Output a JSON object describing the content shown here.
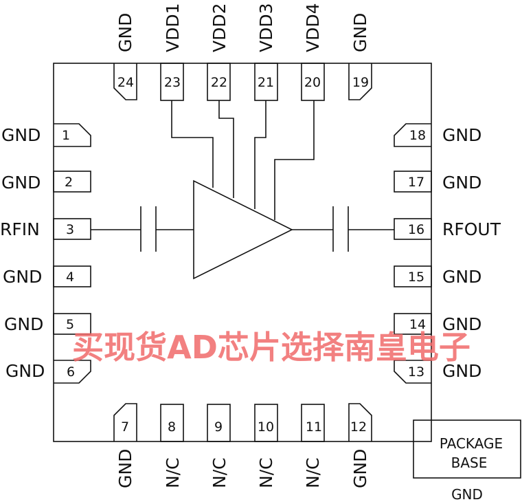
{
  "pins": {
    "p1": {
      "num": "1",
      "label": "GND"
    },
    "p2": {
      "num": "2",
      "label": "GND"
    },
    "p3": {
      "num": "3",
      "label": "RFIN"
    },
    "p4": {
      "num": "4",
      "label": "GND"
    },
    "p5": {
      "num": "5",
      "label": "GND"
    },
    "p6": {
      "num": "6",
      "label": "GND"
    },
    "p7": {
      "num": "7",
      "label": "GND"
    },
    "p8": {
      "num": "8",
      "label": "N/C"
    },
    "p9": {
      "num": "9",
      "label": "N/C"
    },
    "p10": {
      "num": "10",
      "label": "N/C"
    },
    "p11": {
      "num": "11",
      "label": "N/C"
    },
    "p12": {
      "num": "12",
      "label": "GND"
    },
    "p13": {
      "num": "13",
      "label": "GND"
    },
    "p14": {
      "num": "14",
      "label": "GND"
    },
    "p15": {
      "num": "15",
      "label": "GND"
    },
    "p16": {
      "num": "16",
      "label": "RFOUT"
    },
    "p17": {
      "num": "17",
      "label": "GND"
    },
    "p18": {
      "num": "18",
      "label": "GND"
    },
    "p19": {
      "num": "19",
      "label": "GND"
    },
    "p20": {
      "num": "20",
      "label": "VDD4"
    },
    "p21": {
      "num": "21",
      "label": "VDD3"
    },
    "p22": {
      "num": "22",
      "label": "VDD2"
    },
    "p23": {
      "num": "23",
      "label": "VDD1"
    },
    "p24": {
      "num": "24",
      "label": "GND"
    }
  },
  "package_base": {
    "line1": "PACKAGE",
    "line2": "BASE",
    "label": "GND"
  },
  "watermark": "买现货AD芯片选择南皇电子"
}
